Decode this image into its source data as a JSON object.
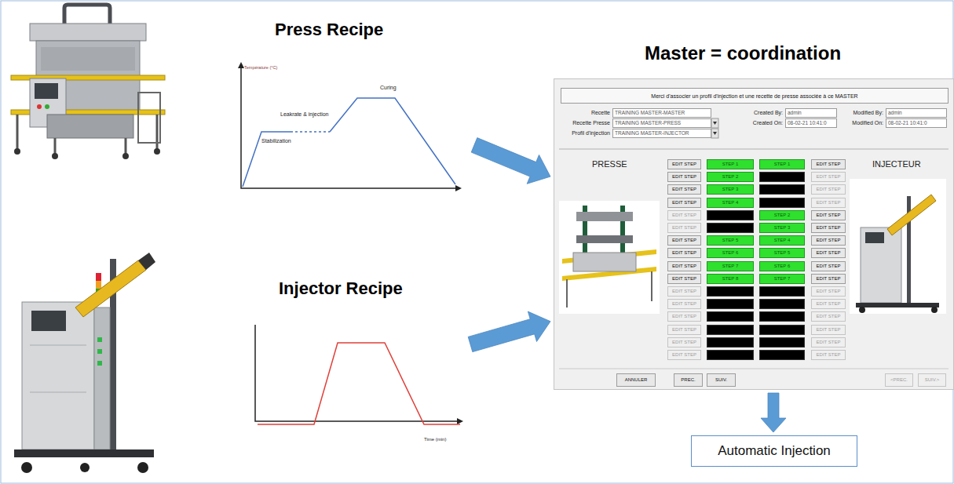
{
  "diagram": {
    "nodes": [
      {
        "text": [
          "Press Recipe"
        ]
      },
      {
        "text": [
          "Master = coordination"
        ]
      },
      {
        "text": [
          "Merci d'associer un profil d'injection et une recette de presse associée à ce MASTER"
        ],
        "in": 1
      },
      {
        "text": [
          "Injector Recipe"
        ]
      },
      {
        "text": [
          "Automatic Injection"
        ]
      }
    ],
    "edges": [
      {
        "from": 0,
        "to": 1,
        "arrow": "to"
      },
      {
        "from": 3,
        "to": 1,
        "arrow": "to"
      },
      {
        "from": 1,
        "to": 4,
        "arrow": "to"
      }
    ],
    "labels": [
      "Température (°C)",
      "Stabilization",
      "Leakrate & injection",
      "Curing",
      "Time (min)",
      "Recette",
      "TRAINING MASTER-MASTER",
      "Recette Presse",
      "TRAINING MASTER-PRESS",
      "Profil d'injection",
      "TRAINING MASTER-INJECTOR",
      "Created By:",
      "admin",
      "Created On:",
      "08-02-21 10:41:0",
      "Modified By:",
      "admin",
      "Modified On:",
      "08-02-21 10:41:0",
      "PRESSE",
      "INJECTEUR",
      "ANNULER",
      "PREC.",
      "SUIV.",
      "<PREC.",
      "SUIV.>",
      "EDIT STEP",
      "STEP 1",
      "STEP 1",
      "EDIT STEP",
      "EDIT STEP",
      "STEP 2",
      "EDIT STEP",
      "EDIT STEP",
      "STEP 3",
      "EDIT STEP",
      "EDIT STEP",
      "STEP 4",
      "EDIT STEP",
      "EDIT STEP",
      "STEP 2",
      "EDIT STEP",
      "EDIT STEP",
      "STEP 3",
      "EDIT STEP",
      "EDIT STEP",
      "STEP 5",
      "STEP 4",
      "EDIT STEP",
      "EDIT STEP",
      "STEP 6",
      "STEP 5",
      "EDIT STEP",
      "EDIT STEP",
      "STEP 7",
      "STEP 6",
      "EDIT STEP",
      "EDIT STEP",
      "STEP 8",
      "STEP 7",
      "EDIT STEP",
      "EDIT STEP",
      "EDIT STEP",
      "EDIT STEP",
      "EDIT STEP",
      "EDIT STEP",
      "EDIT STEP",
      "EDIT STEP",
      "EDIT STEP",
      "EDIT STEP",
      "EDIT STEP",
      "EDIT STEP",
      "EDIT STEP"
    ]
  }
}
